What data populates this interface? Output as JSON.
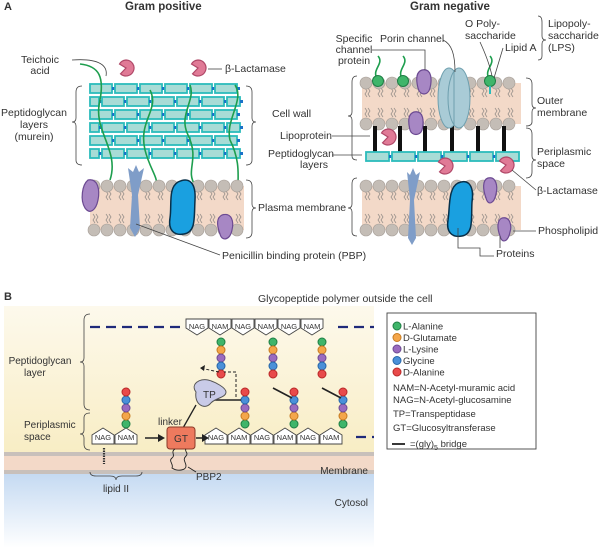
{
  "panel_a": {
    "letter": "A",
    "gram_positive": {
      "title": "Gram positive",
      "labels": {
        "teichoic_acid_1": "Teichoic",
        "teichoic_acid_2": "acid",
        "beta_lactamase": "β-Lactamase",
        "peptidoglycan_1": "Peptidoglycan",
        "peptidoglycan_2": "layers",
        "peptidoglycan_3": "(murein)",
        "plasma_membrane": "Plasma membrane",
        "pbp": "Penicillin binding protein (PBP)"
      }
    },
    "gram_negative": {
      "title": "Gram negative",
      "labels": {
        "specific_channel_1": "Specific",
        "specific_channel_2": "channel",
        "specific_channel_3": "protein",
        "porin_channel": "Porin channel",
        "o_poly_1": "O Poly-",
        "o_poly_2": "saccharide",
        "lipid_a": "Lipid A",
        "lps_1": "Lipopoly-",
        "lps_2": "saccharide",
        "lps_3": "(LPS)",
        "cell_wall": "Cell wall",
        "lipoprotein": "Lipoprotein",
        "peptidoglycan_1": "Peptidoglycan",
        "peptidoglycan_2": "layers",
        "outer_membrane_1": "Outer",
        "outer_membrane_2": "membrane",
        "periplasmic_1": "Periplasmic",
        "periplasmic_2": "space",
        "beta_lactamase": "β-Lactamase",
        "phospholipid": "Phospholipid",
        "proteins": "Proteins"
      }
    }
  },
  "panel_b": {
    "letter": "B",
    "title": "Glycopeptide polymer outside the cell",
    "labels": {
      "peptidoglycan_1": "Peptidoglycan",
      "peptidoglycan_2": "layer",
      "periplasmic_1": "Periplasmic",
      "periplasmic_2": "space",
      "linker": "linker",
      "tp": "TP",
      "gt": "GT",
      "pbp2": "PBP2",
      "lipid_ii": "lipid II",
      "membrane": "Membrane",
      "cytosol": "Cytosol",
      "nag": "NAG",
      "nam": "NAM"
    },
    "legend": {
      "items": [
        {
          "label": "L-Alanine",
          "color": "#3fb56a"
        },
        {
          "label": "D-Glutamate",
          "color": "#f4a64a"
        },
        {
          "label": "L-Lysine",
          "color": "#9a6bbf"
        },
        {
          "label": "Glycine",
          "color": "#4a90d9"
        },
        {
          "label": "D-Alanine",
          "color": "#e84a4a"
        }
      ],
      "definitions": [
        "NAM=N-Acetyl-muramic acid",
        "NAG=N-Acetyl-glucosamine",
        "TP=Transpeptidase",
        "GT=Glucosyltransferase"
      ],
      "bridge_prefix": "=(gly)",
      "bridge_sub": "5",
      "bridge_suffix": " bridge"
    }
  },
  "colors": {
    "peptidoglycan": "#2bbcbc",
    "peptidoglycan_fill": "#a8dcd6",
    "teichoic": "#1e9e4e",
    "lactamase": "#e07a96",
    "lipid_head": "#c4bdb6",
    "membrane_fill": "#f3d9c8",
    "purple_protein": "#a787c4",
    "blue_protein": "#1aa0e0",
    "pbp": "#7f9dc8",
    "porin": "#a9cbd6",
    "gt": "#ee7a5e",
    "tp": "#c9cbe8",
    "dash_line": "#1f2a7a"
  }
}
